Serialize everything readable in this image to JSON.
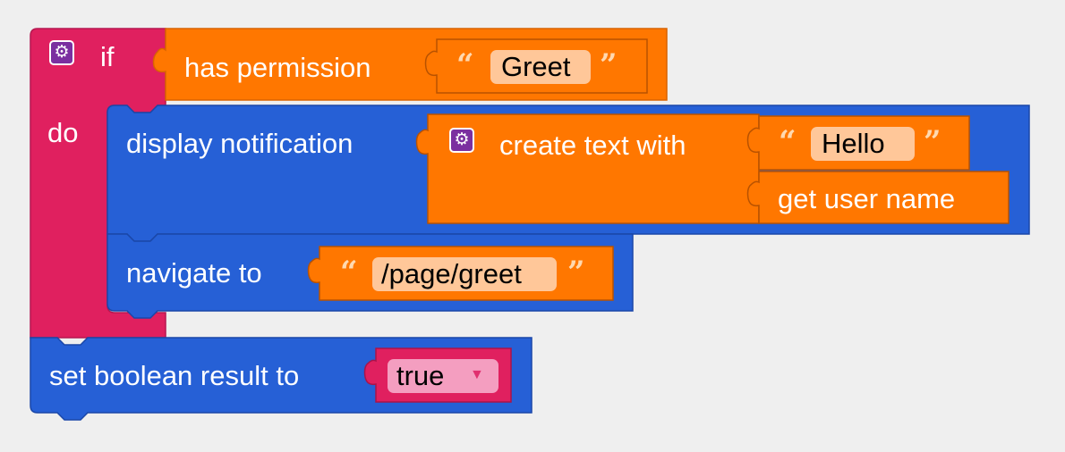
{
  "if_block": {
    "if_label": "if",
    "do_label": "do",
    "gear_icon": "gear-icon",
    "color": "#e0205f"
  },
  "has_permission": {
    "label": "has permission",
    "arg": "Greet",
    "color": "#ff7700"
  },
  "display_notification": {
    "label": "display notification",
    "color": "#2660d6"
  },
  "create_text": {
    "label": "create text with",
    "item1": "Hello",
    "item2": "get user name",
    "gear_icon": "gear-icon"
  },
  "navigate": {
    "label": "navigate to",
    "arg": "/page/greet"
  },
  "set_result": {
    "label": "set boolean result to",
    "value": "true"
  },
  "quotes": {
    "open": "“",
    "close": "”"
  }
}
